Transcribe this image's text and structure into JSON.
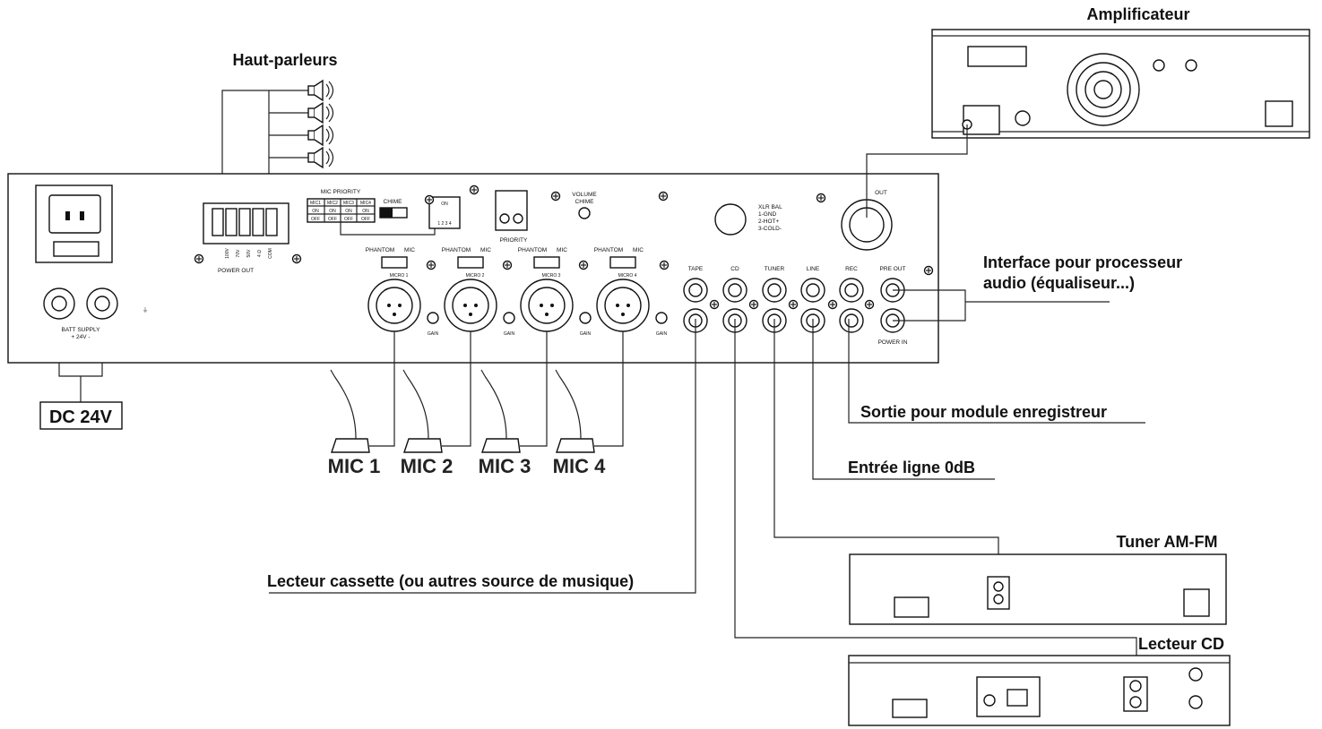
{
  "labels": {
    "amplifier": "Amplificateur",
    "speakers": "Haut-parleurs",
    "processor_line1": "Interface pour processeur",
    "processor_line2": "audio (équaliseur...)",
    "recorder": "Sortie pour module enregistreur",
    "line_in": "Entrée ligne 0dB",
    "tuner": "Tuner AM-FM",
    "cassette": "Lecteur cassette (ou autres source de musique)",
    "cd_player": "Lecteur CD",
    "dc": "DC 24V"
  },
  "microphones": [
    "MIC 1",
    "MIC 2",
    "MIC 3",
    "MIC 4"
  ],
  "panel": {
    "mic_priority": "MIC PRIORITY",
    "mic_headers": [
      "MIC1",
      "MIC2",
      "MIC3",
      "MIC4"
    ],
    "on": "ON",
    "off": "OFF",
    "chime": "CHIME",
    "volume_chime_1": "VOLUME",
    "volume_chime_2": "CHIME",
    "priority": "PRIORITY",
    "power_out": "POWER OUT",
    "power_taps": [
      "100V",
      "70V",
      "50V",
      "4 Ω",
      "COM"
    ],
    "batt_supply": "BATT SUPPLY",
    "batt_polarity": "+  24V  -",
    "phantom": "PHANTOM",
    "mic": "MIC",
    "micro_labels": [
      "MICRO 1",
      "MICRO 2",
      "MICRO 3",
      "MICRO 4"
    ],
    "gain": "GAIN",
    "xlr_bal": "XLR BAL",
    "xlr_pins": [
      "1-GND",
      "2-HOT+",
      "3-COLD-"
    ],
    "out": "OUT",
    "rca_labels": [
      "TAPE",
      "CD",
      "TUNER",
      "LINE",
      "REC",
      "PRE OUT"
    ],
    "power_in": "POWER IN",
    "dip_on": "ON",
    "dip_numbers": "1  2  3  4"
  }
}
